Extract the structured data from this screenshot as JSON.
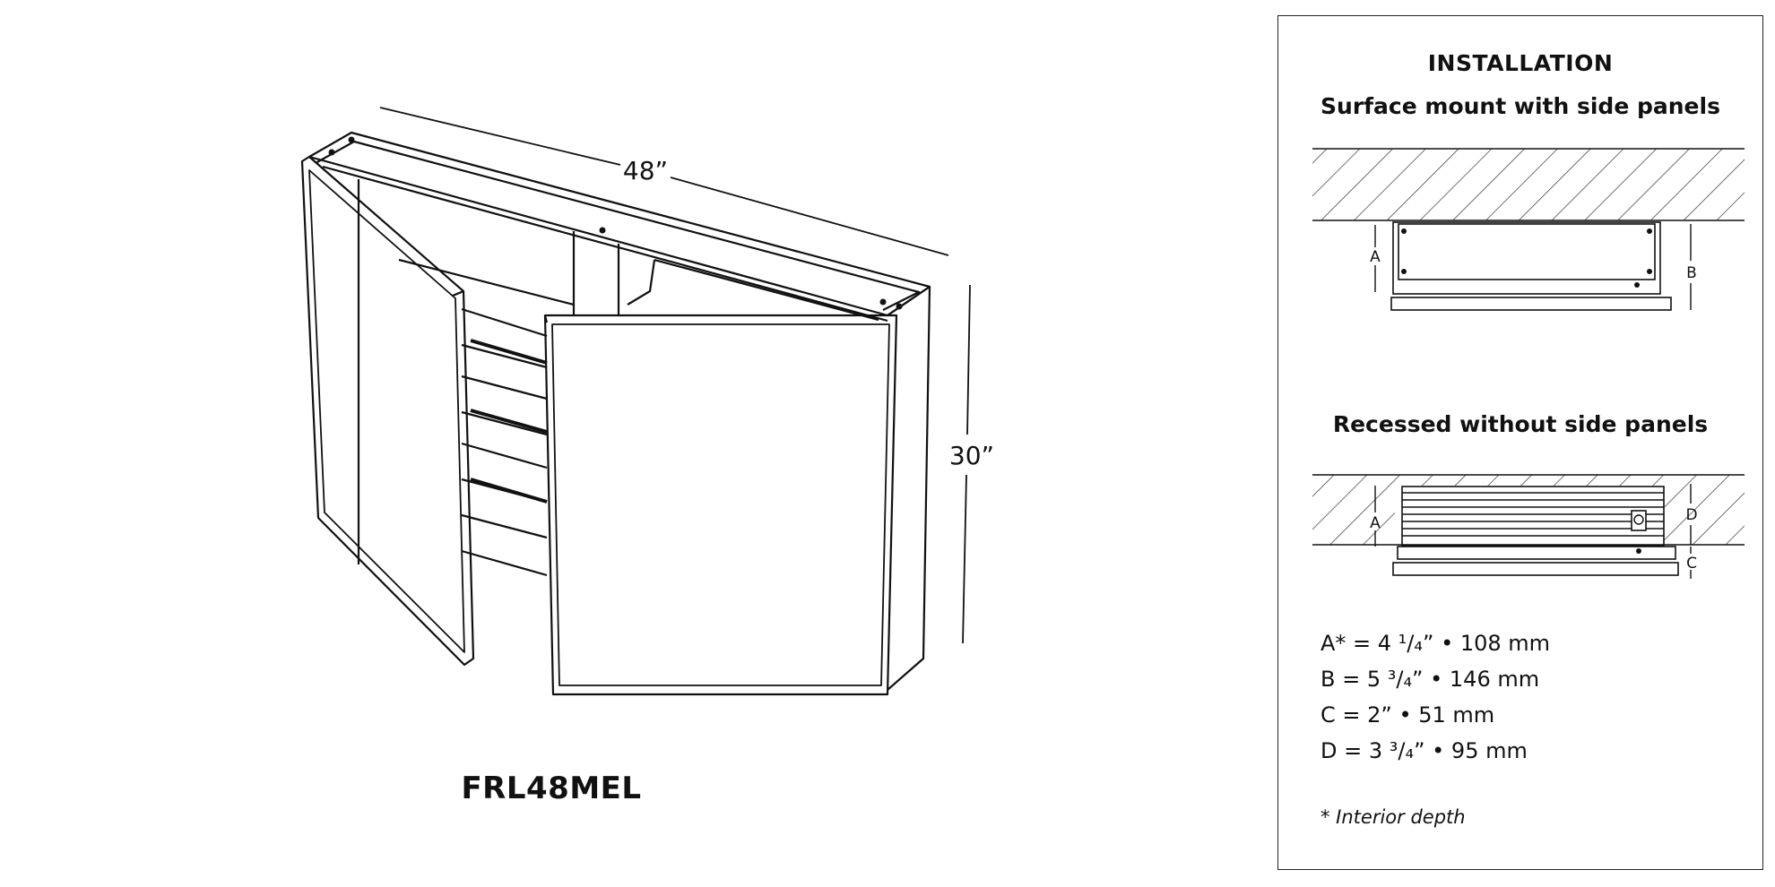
{
  "product": {
    "model": "FRL48MEL",
    "width_label": "48”",
    "height_label": "30”"
  },
  "installation": {
    "title": "INSTALLATION",
    "surface_mount": {
      "title": "Surface mount with side panels",
      "label_a": "A",
      "label_b": "B"
    },
    "recessed": {
      "title": "Recessed without side panels",
      "label_a": "A",
      "label_d": "D",
      "label_c": "C"
    },
    "dimensions": [
      "A* = 4 ¹/₄” • 108 mm",
      "B = 5 ³/₄” • 146 mm",
      "C = 2” • 51 mm",
      "D = 3 ³/₄” • 95 mm"
    ],
    "note": "* Interior depth"
  },
  "colors": {
    "line": "#111111",
    "background": "#ffffff"
  }
}
